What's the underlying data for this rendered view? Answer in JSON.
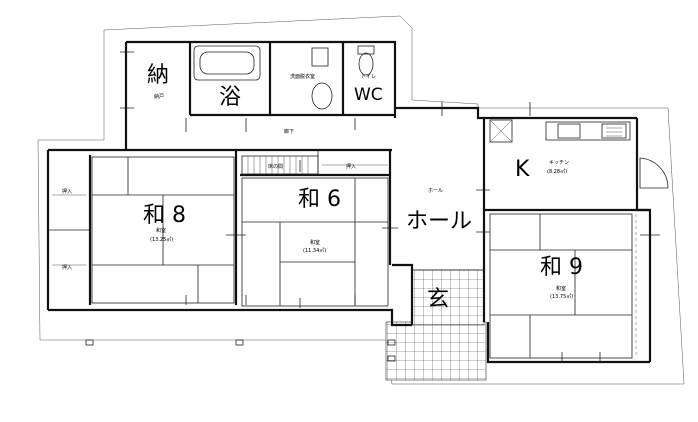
{
  "rooms": {
    "storage": {
      "name": "納",
      "sub": "納戸"
    },
    "bath": {
      "name": "浴"
    },
    "washroom": {
      "sub": "洗面脱衣室"
    },
    "wc": {
      "name": "WC",
      "sub": "トイレ"
    },
    "corridor": {
      "sub": "廊下"
    },
    "washitsu8": {
      "name": "和 8",
      "sub": "和室",
      "area": "(13.25㎡)"
    },
    "washitsu6": {
      "name": "和 6",
      "sub": "和室",
      "area": "(11.34㎡)"
    },
    "washitsu9": {
      "name": "和 9",
      "sub": "和室",
      "area": "(13.75㎡)"
    },
    "hall": {
      "name": "ホール",
      "sub": "ホール"
    },
    "kitchen": {
      "name": "K",
      "sub": "キッチン",
      "area": "(8.28㎡)"
    },
    "entrance": {
      "name": "玄"
    },
    "tokonoma": {
      "sub": "床の間"
    },
    "closet6": {
      "sub": "押入"
    },
    "closet8a": {
      "sub": "押入"
    },
    "closet8b": {
      "sub": "押入"
    }
  }
}
